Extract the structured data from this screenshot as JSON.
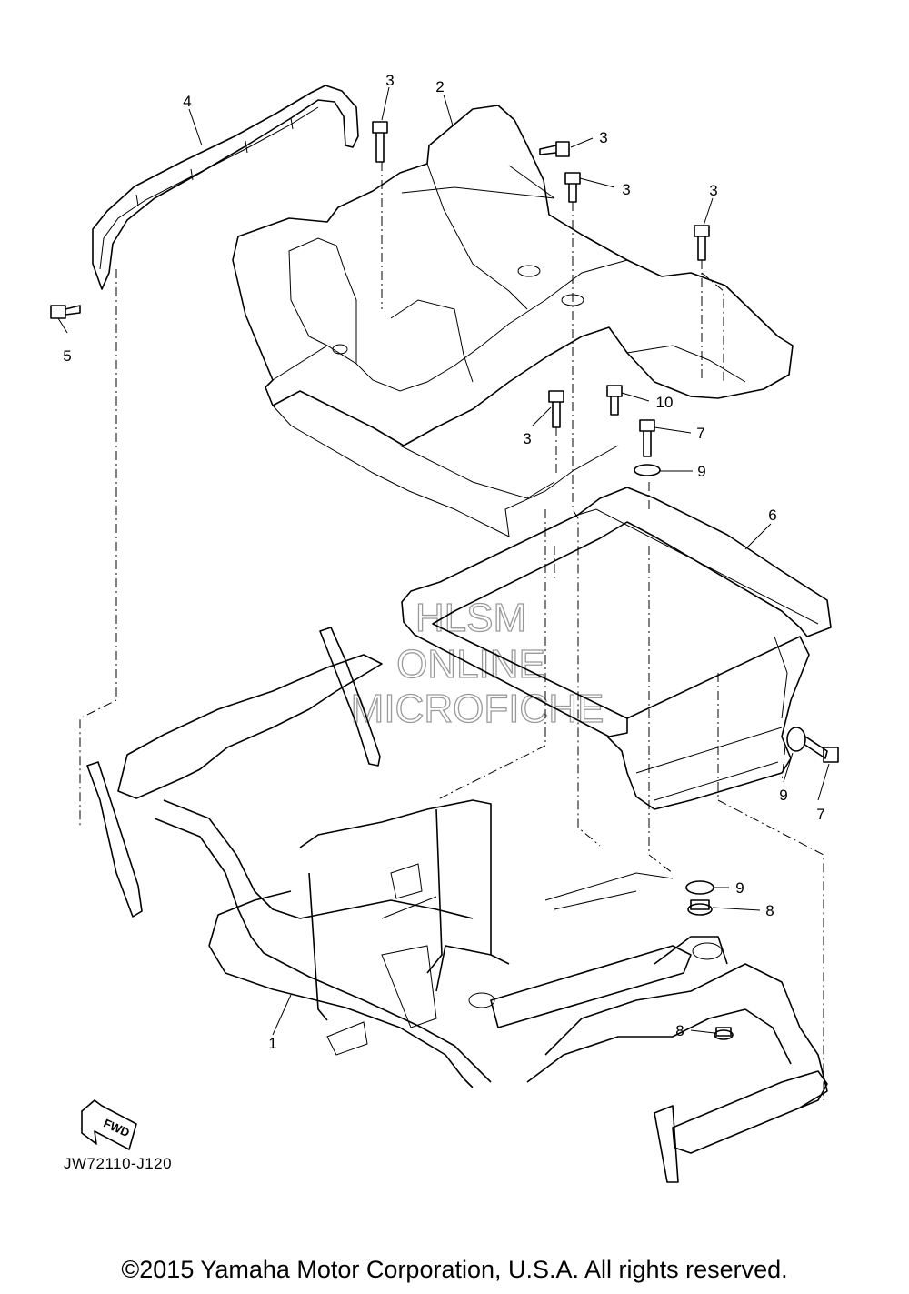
{
  "diagram": {
    "code": "JW72110-J120",
    "fwd_label": "FWD",
    "copyright": "©2015 Yamaha Motor Corporation, U.S.A. All rights reserved.",
    "watermark": [
      "HLSM",
      "ONLINE",
      "MICROFICHE"
    ],
    "callouts": [
      {
        "id": "c4",
        "number": "4"
      },
      {
        "id": "c3a",
        "number": "3"
      },
      {
        "id": "c2",
        "number": "2"
      },
      {
        "id": "c3b",
        "number": "3"
      },
      {
        "id": "c3c",
        "number": "3"
      },
      {
        "id": "c3d",
        "number": "3"
      },
      {
        "id": "c5",
        "number": "5"
      },
      {
        "id": "c10",
        "number": "10"
      },
      {
        "id": "c3e",
        "number": "3"
      },
      {
        "id": "c7a",
        "number": "7"
      },
      {
        "id": "c9a",
        "number": "9"
      },
      {
        "id": "c6",
        "number": "6"
      },
      {
        "id": "c9b",
        "number": "9"
      },
      {
        "id": "c7b",
        "number": "7"
      },
      {
        "id": "c9c",
        "number": "9"
      },
      {
        "id": "c8a",
        "number": "8"
      },
      {
        "id": "c8b",
        "number": "8"
      },
      {
        "id": "c1",
        "number": "1"
      }
    ]
  }
}
